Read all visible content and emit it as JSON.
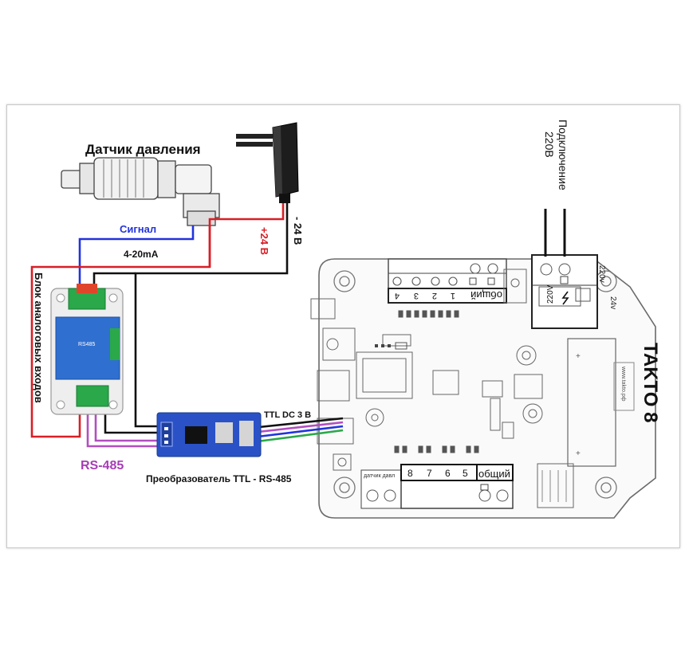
{
  "labels": {
    "pressure_sensor": "Датчик давления",
    "signal": "Сигнал",
    "current_range": "4-20mA",
    "plus_24v": "+24 В",
    "minus_24v": "- 24 В",
    "analog_block": "Блок аналоговых входов",
    "rs485": "RS-485",
    "converter": "Преобразователь TTL - RS-485",
    "ttl_dc": "TTL DC 3 В",
    "power_connection": "Подключение",
    "power_voltage": "220В",
    "board_name": "TAKTO 8",
    "terminal_4": "4",
    "terminal_3": "3",
    "terminal_2": "2",
    "terminal_1": "1",
    "terminal_common_top": "общий",
    "terminal_8": "8",
    "terminal_7": "7",
    "terminal_6": "6",
    "terminal_5": "5",
    "terminal_common_bottom": "общий",
    "terminal_220v": "220V",
    "terminal_24v": "24v",
    "terminal_220v_side": "220v",
    "module_name": "RS485",
    "board_site": "www.takto.рф",
    "sensor_header": "датчик давл"
  },
  "colors": {
    "signal_wire": "#2233dd",
    "plus_wire": "#d81f26",
    "minus_wire": "#111111",
    "rs485_wire": "#b24ec0",
    "module_blue": "#2f6fd0",
    "module_green": "#2aa84a",
    "converter_blue": "#2a52c6",
    "board_outline": "#555555"
  }
}
